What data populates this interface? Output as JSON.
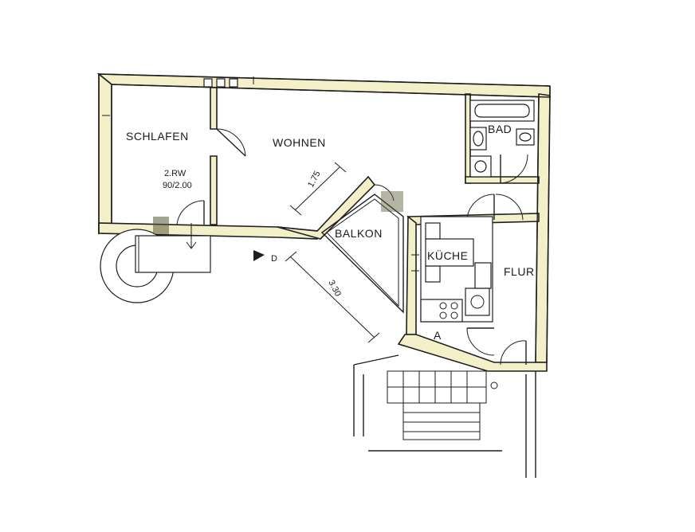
{
  "rooms": {
    "schlafen": "SCHLAFEN",
    "wohnen": "WOHNEN",
    "bad": "BAD",
    "balkon": "BALKON",
    "kueche": "KÜCHE",
    "flur": "FLUR",
    "a": "A"
  },
  "notes": {
    "rw_line1": "2.RW",
    "rw_line2": "90/2.00",
    "dim_balcony_width": "1.75",
    "dim_balcony_length": "3.30",
    "marker_d": "D"
  },
  "colors": {
    "wall_fill": "#f3f0c9",
    "line": "#1e1e1e"
  }
}
